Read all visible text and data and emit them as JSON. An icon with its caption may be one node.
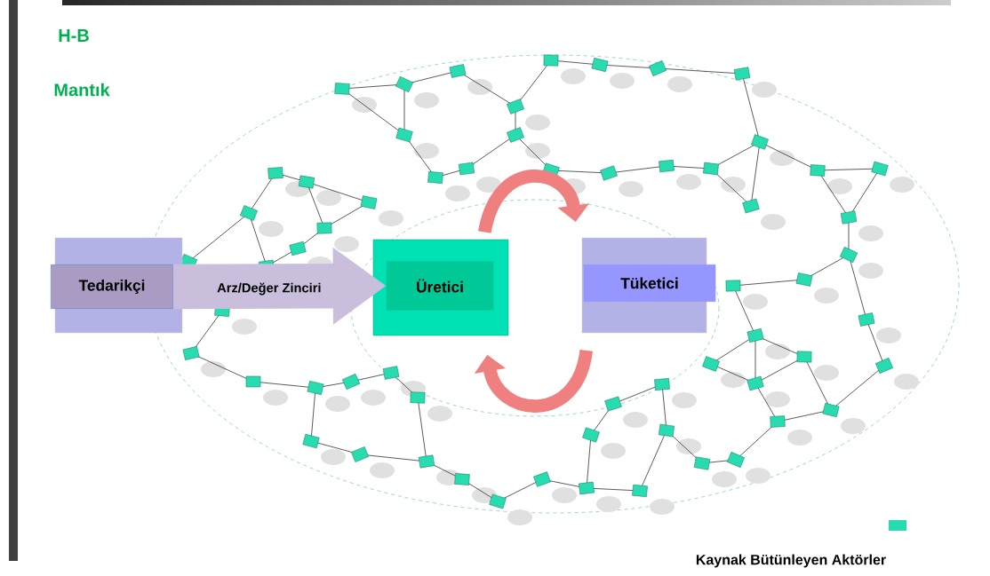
{
  "diagram": {
    "nodes": [
      {
        "text": [
          "Tedarikçi"
        ]
      },
      {
        "text": [
          "Üretici"
        ]
      },
      {
        "text": [
          "Tüketici"
        ]
      }
    ],
    "edges": [
      {
        "from": 0,
        "to": 1,
        "arrow": "to",
        "label": "Arz/Değer Zinciri",
        "style": "thick",
        "color": "#c9bfdc"
      },
      {
        "from": 1,
        "to": 2,
        "arrow": "to",
        "color": "#f08080"
      },
      {
        "from": 2,
        "to": 1,
        "arrow": "to",
        "color": "#f08080"
      }
    ],
    "labels": [
      "H-B",
      "Mantık",
      "Kaynak Bütünleyen Aktörler"
    ]
  }
}
